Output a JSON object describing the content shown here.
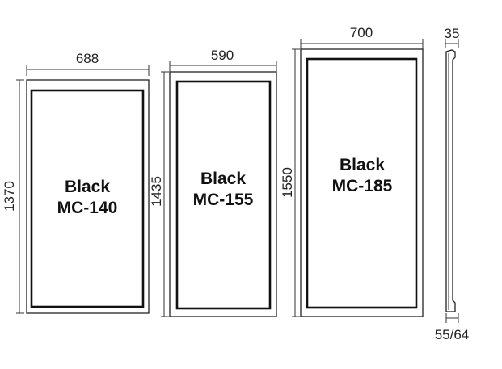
{
  "panels": [
    {
      "name_line1": "Black",
      "name_line2": "MC-140",
      "width": "688",
      "height": "1370"
    },
    {
      "name_line1": "Black",
      "name_line2": "MC-155",
      "width": "590",
      "height": "1435"
    },
    {
      "name_line1": "Black",
      "name_line2": "MC-185",
      "width": "700",
      "height": "1550"
    }
  ],
  "profile": {
    "top_depth": "35",
    "bottom_depth": "55/64"
  }
}
